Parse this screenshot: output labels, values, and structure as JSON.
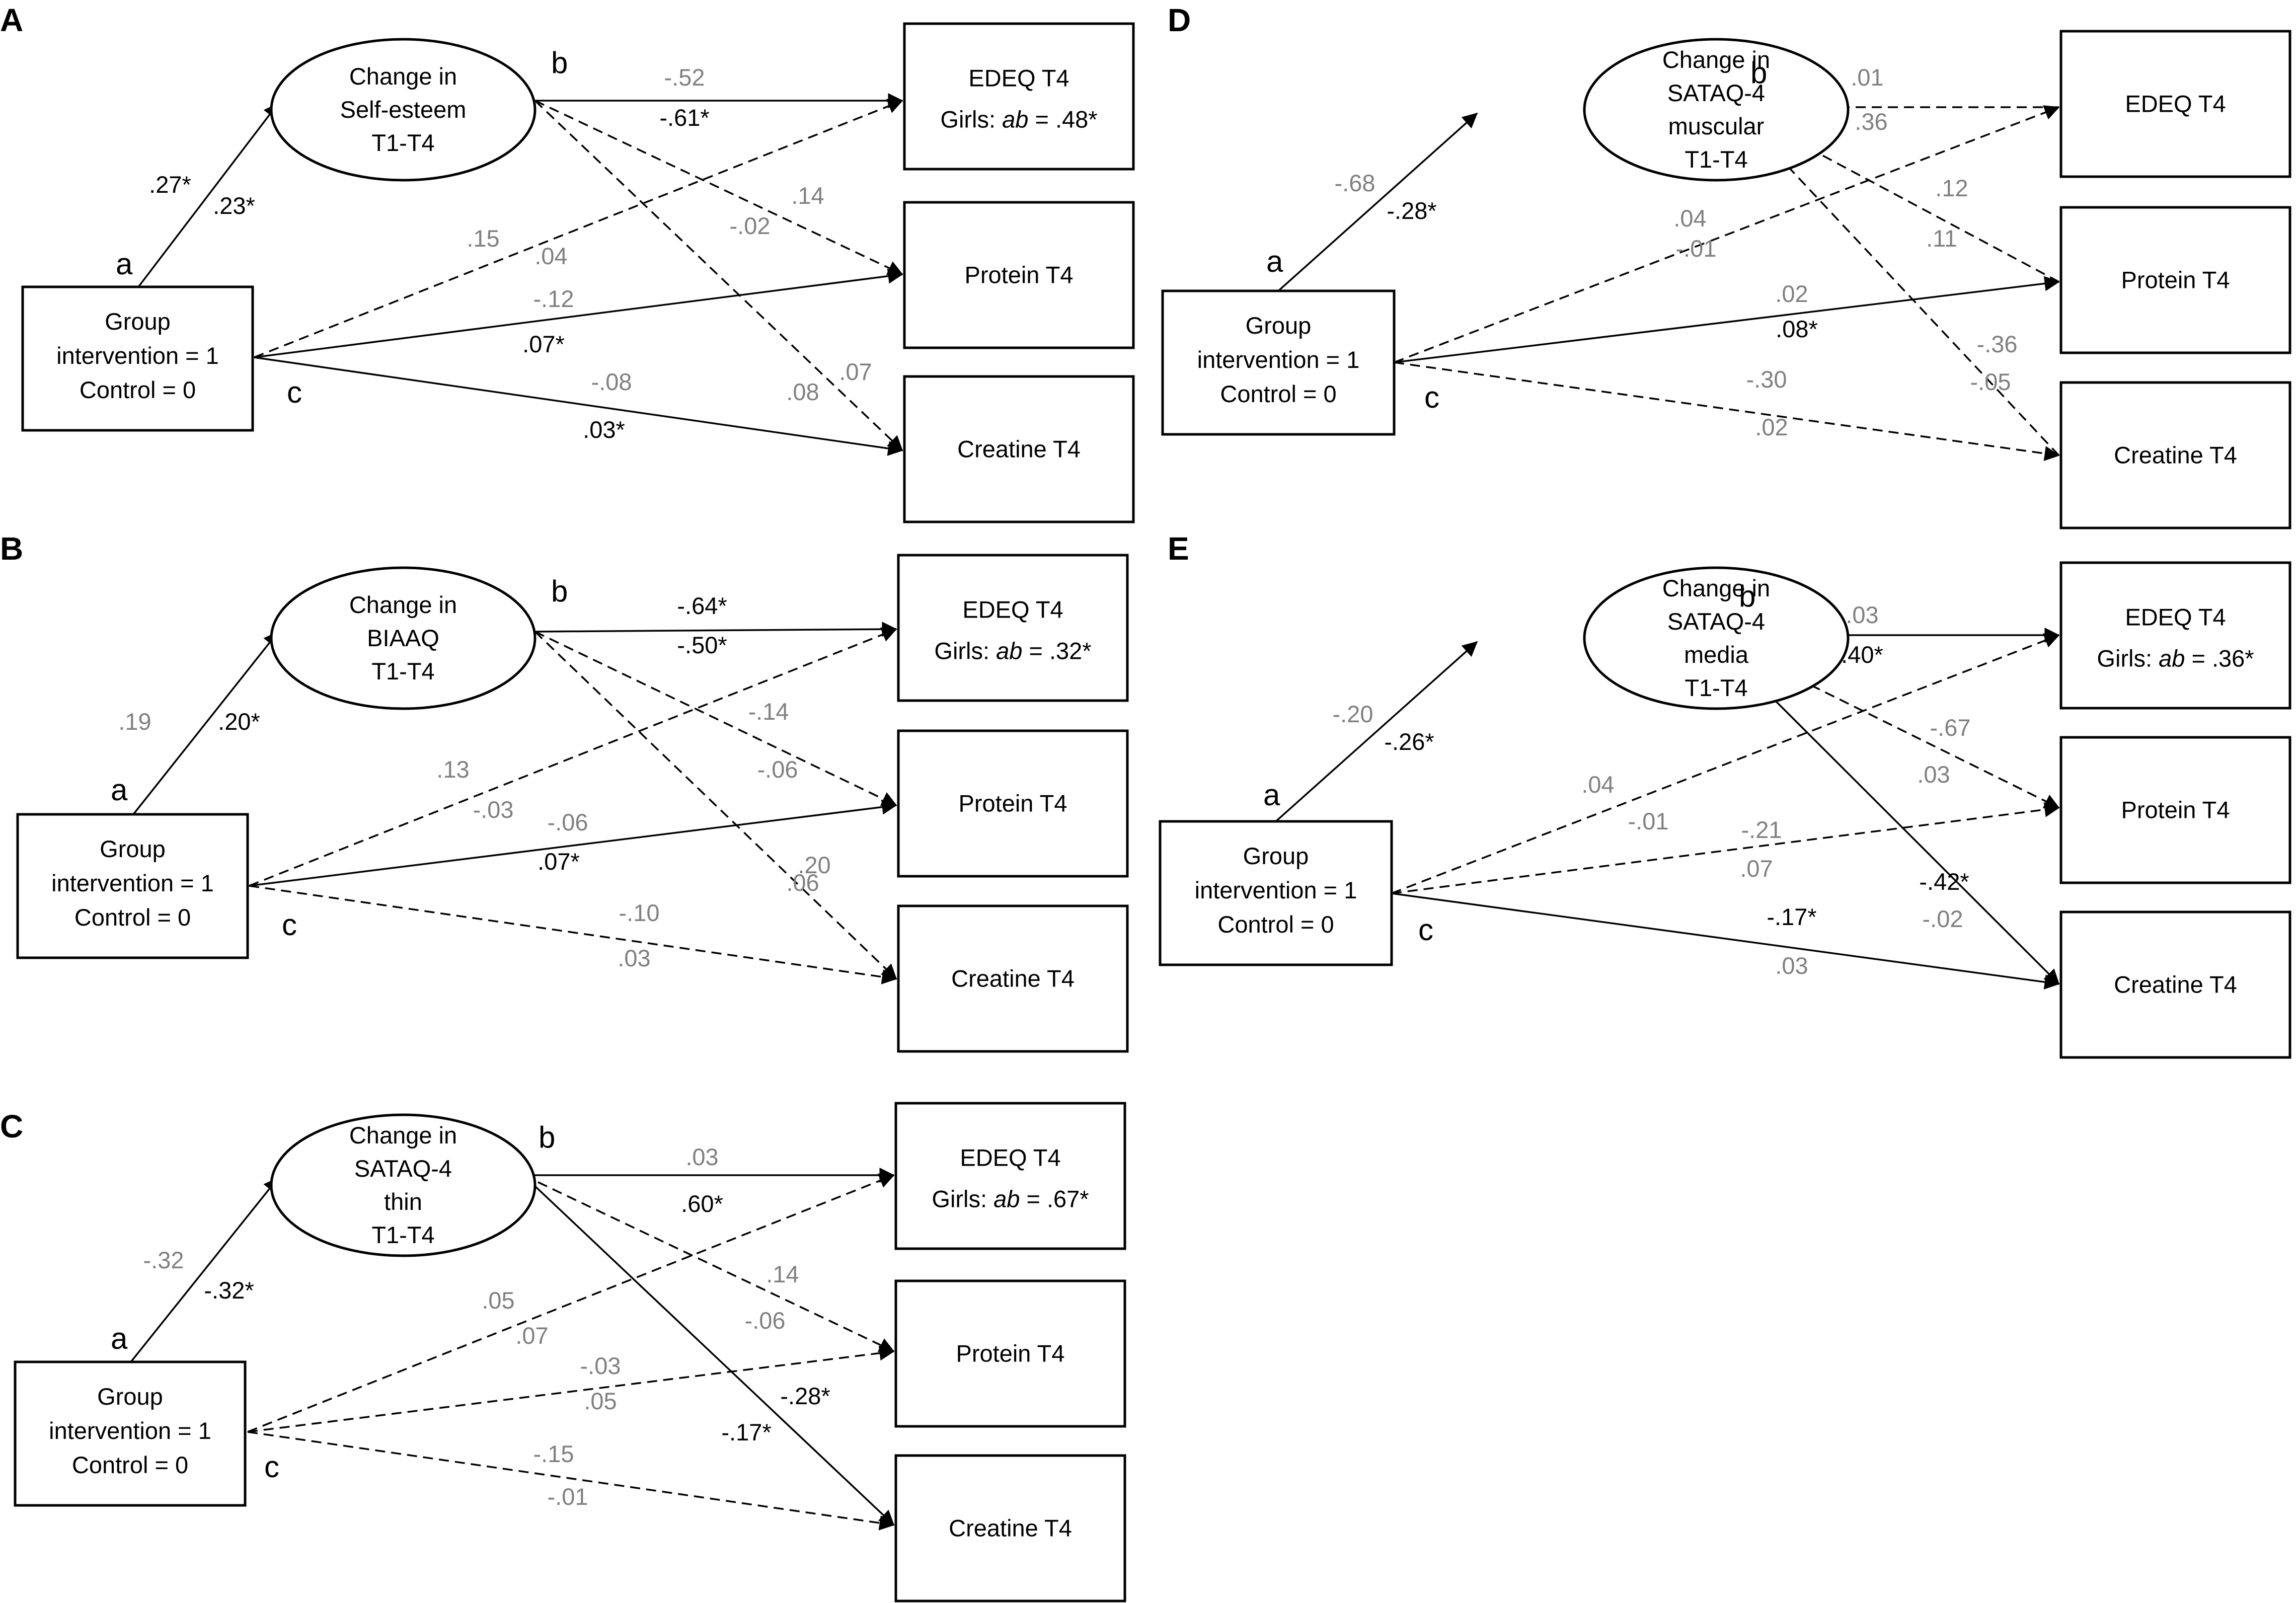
{
  "colors": {
    "significant": "#000000",
    "nonsignificant": "#808080"
  },
  "path_letters": {
    "a": "a",
    "b": "b",
    "c": "c"
  },
  "panels": [
    {
      "label": "A",
      "mediator": [
        "Change in",
        "Self-esteem",
        "T1-T4"
      ],
      "group": [
        "Group",
        "intervention = 1",
        "Control = 0"
      ],
      "outcomes": [
        "EDEQ T4",
        "Protein T4",
        "Creatine T4"
      ],
      "edeq_note": {
        "prefix": "Girls: ",
        "italic": "ab",
        "suffix": " = .48*"
      },
      "a_path": {
        "style": "solid",
        "boys": ".27*",
        "girls": ".23*"
      },
      "b_paths": [
        {
          "style": "solid",
          "boys": "-.52",
          "girls": "-.61*"
        },
        {
          "style": "dash",
          "boys": ".14",
          "girls": "-.02"
        },
        {
          "style": "dash",
          "boys": ".07",
          "girls": ".08"
        }
      ],
      "c_paths": [
        {
          "style": "dash",
          "boys": ".15",
          "girls": ".04"
        },
        {
          "style": "solid",
          "boys": "-.12",
          "girls": ".07*"
        },
        {
          "style": "solid",
          "boys": "-.08",
          "girls": ".03*"
        }
      ]
    },
    {
      "label": "B",
      "mediator": [
        "Change in",
        "BIAAQ",
        "T1-T4"
      ],
      "group": [
        "Group",
        "intervention = 1",
        "Control = 0"
      ],
      "outcomes": [
        "EDEQ T4",
        "Protein T4",
        "Creatine T4"
      ],
      "edeq_note": {
        "prefix": "Girls: ",
        "italic": "ab",
        "suffix": " = .32*"
      },
      "a_path": {
        "style": "solid",
        "boys": ".19",
        "girls": ".20*"
      },
      "b_paths": [
        {
          "style": "solid",
          "boys": "-.64*",
          "girls": "-.50*"
        },
        {
          "style": "dash",
          "boys": "-.14",
          "girls": "-.06"
        },
        {
          "style": "dash",
          "boys": ".20",
          "girls": ".06"
        }
      ],
      "c_paths": [
        {
          "style": "dash",
          "boys": ".13",
          "girls": "-.03"
        },
        {
          "style": "solid",
          "boys": "-.06",
          "girls": ".07*"
        },
        {
          "style": "dash",
          "boys": "-.10",
          "girls": ".03"
        }
      ]
    },
    {
      "label": "C",
      "mediator": [
        "Change in",
        "SATAQ-4",
        "thin",
        "T1-T4"
      ],
      "group": [
        "Group",
        "intervention = 1",
        "Control = 0"
      ],
      "outcomes": [
        "EDEQ T4",
        "Protein T4",
        "Creatine T4"
      ],
      "edeq_note": {
        "prefix": "Girls: ",
        "italic": "ab",
        "suffix": " = .67*"
      },
      "a_path": {
        "style": "solid",
        "boys": "-.32",
        "girls": "-.32*"
      },
      "b_paths": [
        {
          "style": "solid",
          "boys": ".03",
          "girls": ".60*"
        },
        {
          "style": "dash",
          "boys": ".14",
          "girls": "-.06"
        },
        {
          "style": "solid",
          "boys": "-.28*",
          "girls": "-.17*"
        }
      ],
      "c_paths": [
        {
          "style": "dash",
          "boys": ".05",
          "girls": ".07"
        },
        {
          "style": "dash",
          "boys": "-.03",
          "girls": ".05"
        },
        {
          "style": "dash",
          "boys": "-.15",
          "girls": "-.01"
        }
      ]
    },
    {
      "label": "D",
      "mediator": [
        "Change in",
        "SATAQ-4",
        "muscular",
        "T1-T4"
      ],
      "group": [
        "Group",
        "intervention = 1",
        "Control = 0"
      ],
      "outcomes": [
        "EDEQ T4",
        "Protein T4",
        "Creatine T4"
      ],
      "edeq_note": null,
      "a_path": {
        "style": "solid",
        "boys": "-.68",
        "girls": "-.28*"
      },
      "b_paths": [
        {
          "style": "dash",
          "boys": ".01",
          "girls": ".36"
        },
        {
          "style": "dash",
          "boys": ".12",
          "girls": ".11"
        },
        {
          "style": "dash",
          "boys": "-.36",
          "girls": "-.05"
        }
      ],
      "c_paths": [
        {
          "style": "dash",
          "boys": ".04",
          "girls": "-.01"
        },
        {
          "style": "solid",
          "boys": ".02",
          "girls": ".08*"
        },
        {
          "style": "dash",
          "boys": "-.30",
          "girls": ".02"
        }
      ]
    },
    {
      "label": "E",
      "mediator": [
        "Change in",
        "SATAQ-4",
        "media",
        "T1-T4"
      ],
      "group": [
        "Group",
        "intervention = 1",
        "Control = 0"
      ],
      "outcomes": [
        "EDEQ T4",
        "Protein T4",
        "Creatine T4"
      ],
      "edeq_note": {
        "prefix": "Girls: ",
        "italic": "ab",
        "suffix": " = .36*"
      },
      "a_path": {
        "style": "solid",
        "boys": "-.20",
        "girls": "-.26*"
      },
      "b_paths": [
        {
          "style": "solid",
          "boys": ".03",
          "girls": ".40*"
        },
        {
          "style": "dash",
          "boys": "-.67",
          "girls": ".03"
        },
        {
          "style": "solid",
          "boys": "-.42*",
          "girls": "-.02"
        }
      ],
      "c_paths": [
        {
          "style": "dash",
          "boys": ".04",
          "girls": "-.01"
        },
        {
          "style": "dash",
          "boys": "-.21",
          "girls": ".07"
        },
        {
          "style": "solid",
          "boys": "-.17*",
          "girls": ".03"
        }
      ]
    }
  ]
}
